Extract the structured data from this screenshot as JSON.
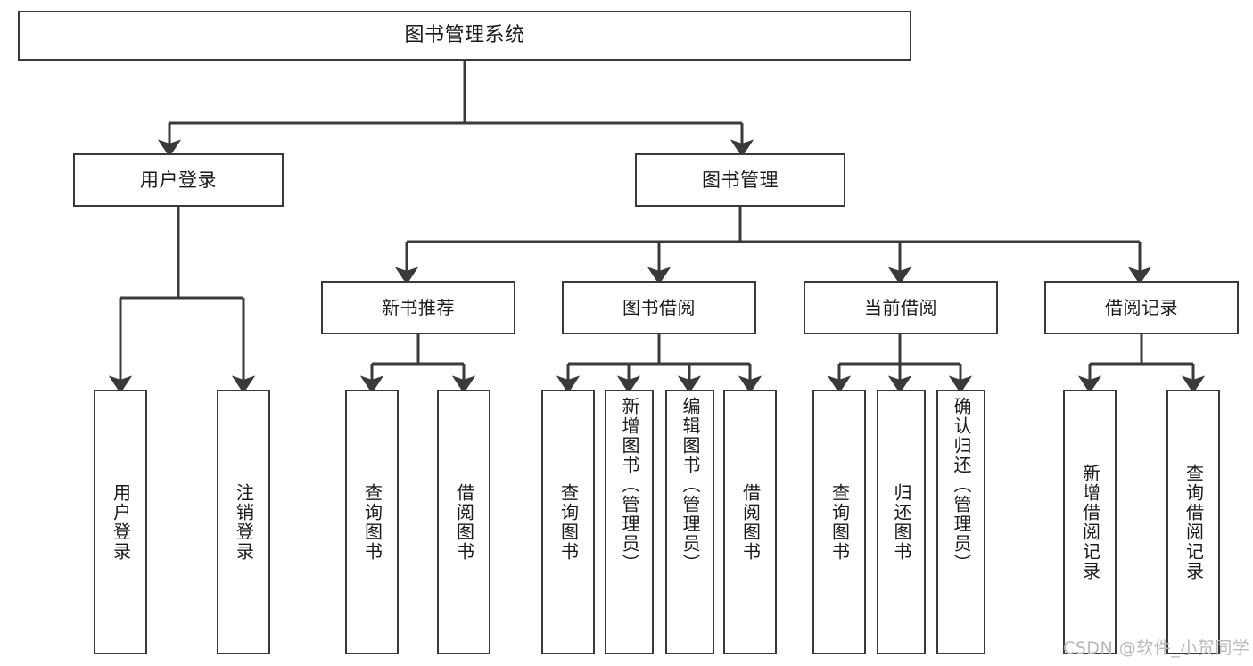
{
  "diagram": {
    "title": "图书管理系统",
    "type": "tree",
    "root": {
      "label": "图书管理系统"
    },
    "level1": [
      {
        "label": "用户登录"
      },
      {
        "label": "图书管理"
      }
    ],
    "level2": [
      {
        "label": "新书推荐"
      },
      {
        "label": "图书借阅"
      },
      {
        "label": "当前借阅"
      },
      {
        "label": "借阅记录"
      }
    ],
    "leaves": {
      "user_login": [
        {
          "label": "用户登录"
        },
        {
          "label": "注销登录"
        }
      ],
      "new_book_recommend": [
        {
          "label": "查询图书"
        },
        {
          "label": "借阅图书"
        }
      ],
      "book_borrow": [
        {
          "label": "查询图书"
        },
        {
          "label": "新增图书（管理员）"
        },
        {
          "label": "编辑图书（管理员）"
        },
        {
          "label": "借阅图书"
        }
      ],
      "current_borrow": [
        {
          "label": "查询图书"
        },
        {
          "label": "归还图书"
        },
        {
          "label": "确认归还（管理员）"
        }
      ],
      "borrow_record": [
        {
          "label": "新增借阅记录"
        },
        {
          "label": "查询借阅记录"
        }
      ]
    }
  },
  "watermark": {
    "text": "CSDN @软件_小贺同学"
  },
  "colors": {
    "stroke": "#3a3a3a",
    "background": "#ffffff",
    "text": "#1a1a1a",
    "watermark": "#b9b9b9"
  }
}
